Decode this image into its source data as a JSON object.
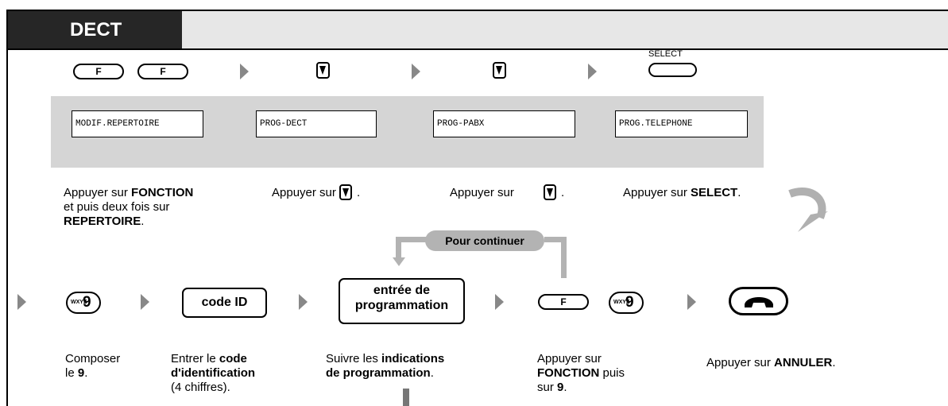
{
  "header": {
    "title": "DECT"
  },
  "keys": {
    "f": "F",
    "select_label": "SELECT",
    "wxyz": "WXYZ",
    "nine": "9"
  },
  "lcd": [
    "MODIF.REPERTOIRE",
    "PROG-DECT",
    "PROG-PABX",
    "PROG.TELEPHONE"
  ],
  "steps_top": {
    "s1_prefix": "Appuyer sur ",
    "s1_bold1": "FONCTION",
    "s1_mid": "et puis deux fois sur",
    "s1_bold2": "REPERTOIRE",
    "s1_end": ".",
    "s2": "Appuyer sur",
    "s3": "Appuyer sur",
    "dot": ".",
    "s4_prefix": "Appuyer sur ",
    "s4_bold": "SELECT",
    "s4_end": "."
  },
  "continue_label": "Pour continuer",
  "buttons": {
    "code_id": "code ID",
    "prog_line1": "entrée de",
    "prog_line2": "programmation"
  },
  "steps_bottom": {
    "b1_line1": "Composer",
    "b1_prefix": "le ",
    "b1_bold": "9",
    "b1_end": ".",
    "b2_prefix": "Entrer le ",
    "b2_bold1": "code",
    "b2_bold2": "d'identification",
    "b2_end": "(4 chiffres).",
    "b3_prefix": "Suivre les ",
    "b3_bold1": "indications",
    "b3_bold2": "de programmation",
    "b3_end": ".",
    "b4_line1": "Appuyer sur",
    "b4_bold1": "FONCTION",
    "b4_mid": " puis",
    "b4_prefix": "sur ",
    "b4_bold2": "9",
    "b4_end": ".",
    "b5_prefix": "Appuyer sur ",
    "b5_bold": "ANNULER",
    "b5_end": "."
  }
}
